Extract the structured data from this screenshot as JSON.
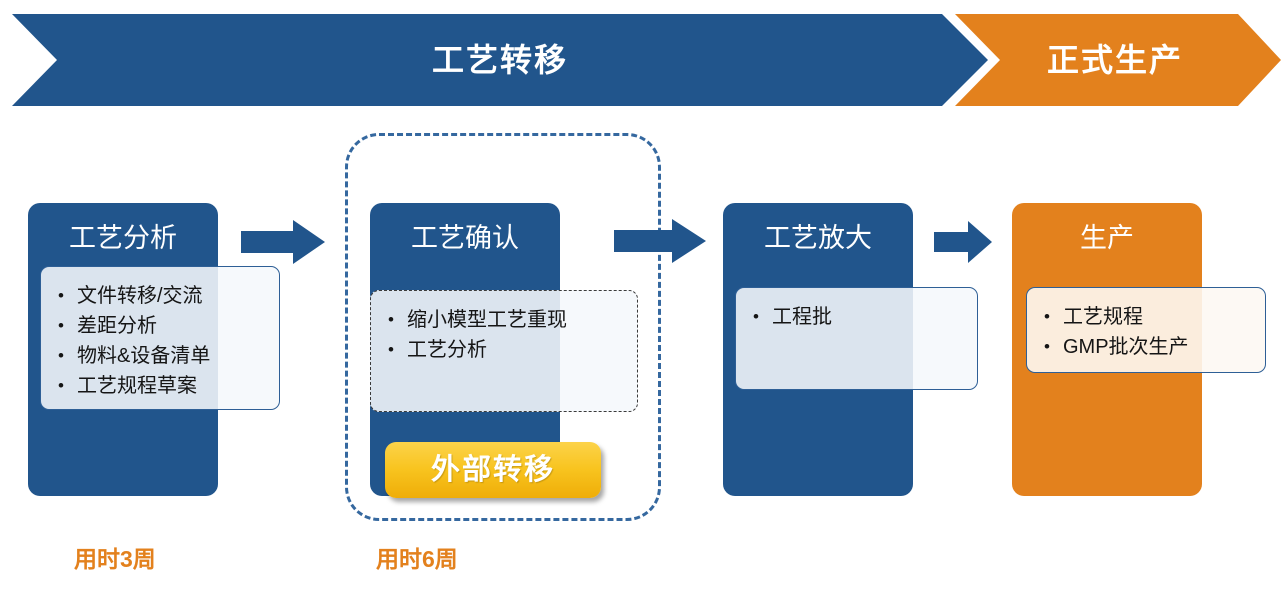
{
  "banner": {
    "transfer_label": "工艺转移",
    "production_label": "正式生产",
    "transfer_color": "#21558c",
    "production_color": "#e3811d"
  },
  "stages": [
    {
      "id": "process-analysis",
      "title": "工艺分析",
      "color": "#21558c",
      "items": [
        "文件转移/交流",
        "差距分析",
        "物料&设备清单",
        "工艺规程草案"
      ]
    },
    {
      "id": "process-confirmation",
      "title": "工艺确认",
      "color": "#21558c",
      "items": [
        "缩小模型工艺重现",
        "工艺分析"
      ]
    },
    {
      "id": "process-scale-up",
      "title": "工艺放大",
      "color": "#21558c",
      "items": [
        "工程批"
      ]
    },
    {
      "id": "production",
      "title": "生产",
      "color": "#e3811d",
      "items": [
        "工艺规程",
        "GMP批次生产"
      ]
    }
  ],
  "badge": {
    "external_transfer_label": "外部转移",
    "color": "#f8c41f"
  },
  "durations": [
    {
      "id": "duration-analysis",
      "label": "用时3周"
    },
    {
      "id": "duration-confirmation",
      "label": "用时6周"
    }
  ],
  "arrows": {
    "count": 3,
    "color": "#21558c"
  },
  "dashed_frame": {
    "color": "#35689f",
    "style": "dashed"
  }
}
